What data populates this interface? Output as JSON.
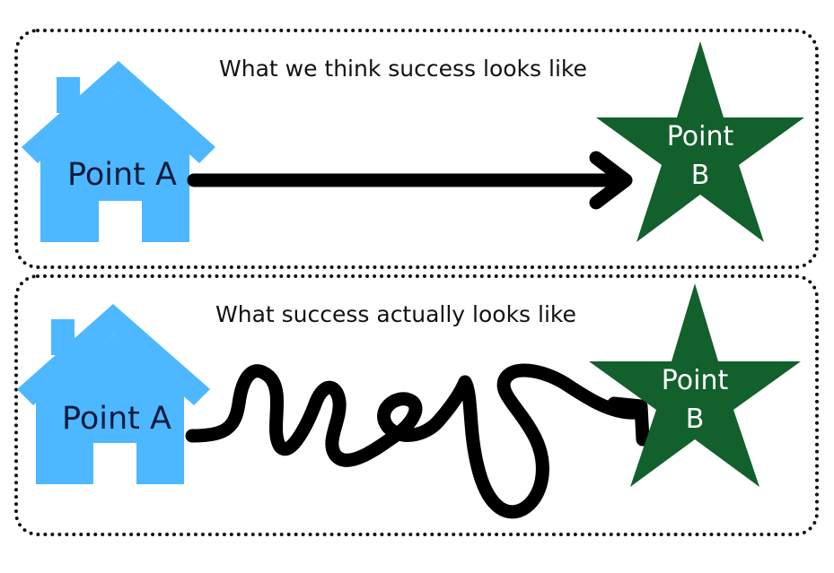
{
  "top_panel": {
    "caption": "What we think success looks like",
    "start_label": "Point A",
    "end_label_line1": "Point",
    "end_label_line2": "B"
  },
  "bottom_panel": {
    "caption": "What success actually looks like",
    "start_label": "Point A",
    "end_label_line1": "Point",
    "end_label_line2": "B"
  },
  "colors": {
    "house": "#4db8ff",
    "star": "#12602c",
    "path": "#000000"
  }
}
